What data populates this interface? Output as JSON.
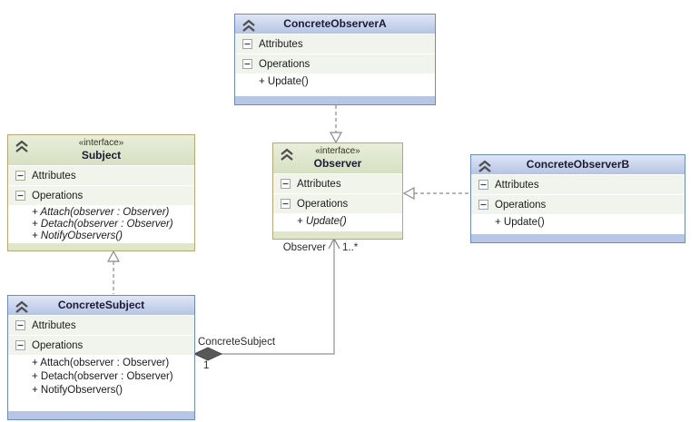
{
  "diagram_type": "uml-class-diagram",
  "section_labels": {
    "attributes": "Attributes",
    "operations": "Operations"
  },
  "classes": [
    {
      "name": "ConcreteObserverA",
      "kind": "class",
      "operations": [
        "+ Update()"
      ]
    },
    {
      "name": "Subject",
      "kind": "interface",
      "stereotype": "«interface»",
      "operations": [
        "+ Attach(observer : Observer)",
        "+ Detach(observer : Observer)",
        "+ NotifyObservers()"
      ]
    },
    {
      "name": "Observer",
      "kind": "interface",
      "stereotype": "«interface»",
      "operations": [
        "+ Update()"
      ]
    },
    {
      "name": "ConcreteObserverB",
      "kind": "class",
      "operations": [
        "+ Update()"
      ]
    },
    {
      "name": "ConcreteSubject",
      "kind": "class",
      "operations": [
        "+ Attach(observer : Observer)",
        "+ Detach(observer : Observer)",
        "+ NotifyObservers()"
      ]
    }
  ],
  "association": {
    "source_label": "ConcreteSubject",
    "source_multiplicity": "1",
    "target_label": "Observer",
    "target_multiplicity": "1..*"
  },
  "colors": {
    "class_header_blue": "#b5c4e4",
    "class_border_blue": "#6a8cc2",
    "class_footer_blue": "#b7c5e6",
    "interface_header_green": "#d6e0c1",
    "interface_border_olive": "#b3a971",
    "interface_footer_green": "#dfe6c9",
    "section_row_bg": "#f1f4ec",
    "connector_gray": "#8a8a8a",
    "diamond_fill": "#585858"
  }
}
